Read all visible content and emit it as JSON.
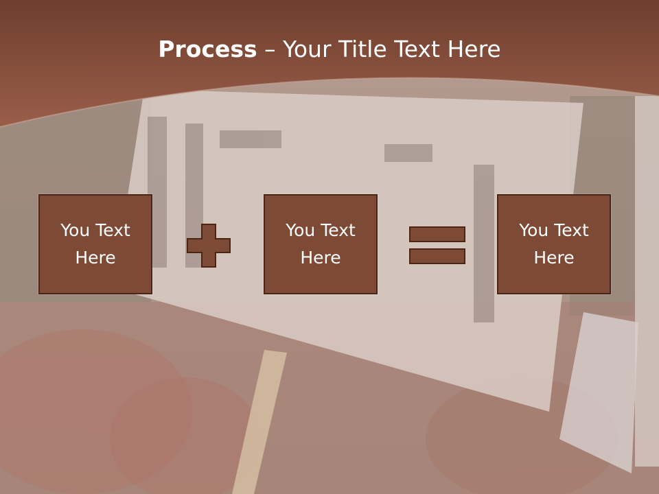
{
  "slide": {
    "title_bold": "Process",
    "title_sep": " – ",
    "title_rest": "Your Title Text Here"
  },
  "boxes": [
    {
      "text": "You Text Here"
    },
    {
      "text": "You Text Here"
    },
    {
      "text": "You Text Here"
    }
  ],
  "colors": {
    "header": "#7a4130",
    "box_fill": "#7d4a36",
    "box_border": "#4b2415",
    "operator": "#7d4a36",
    "title_text": "#ffffff"
  },
  "icons": {
    "plus": "plus-icon",
    "equals": "equals-icon"
  }
}
